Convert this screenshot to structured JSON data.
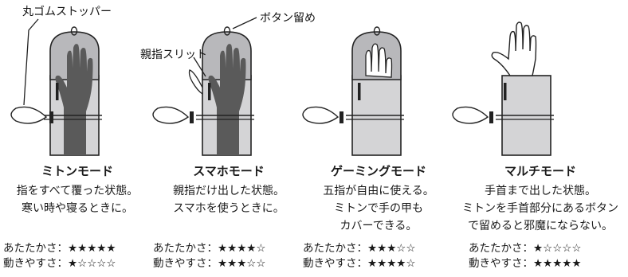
{
  "callouts": {
    "stopper": "丸ゴムストッパー",
    "button": "ボタン留め",
    "slit": "親指スリット"
  },
  "modes": [
    {
      "title": "ミトンモード",
      "description": [
        "指をすべて覆った状態。",
        "寒い時や寝るときに。"
      ],
      "warmth_label": "あたたかさ：",
      "warmth_stars": "★★★★★",
      "mobility_label": "動きやすさ：",
      "mobility_stars": "★☆☆☆☆"
    },
    {
      "title": "スマホモード",
      "description": [
        "親指だけ出した状態。",
        "スマホを使うときに。"
      ],
      "warmth_label": "あたたかさ：",
      "warmth_stars": "★★★★☆",
      "mobility_label": "動きやすさ：",
      "mobility_stars": "★★★☆☆"
    },
    {
      "title": "ゲーミングモード",
      "description": [
        "五指が自由に使える。",
        "ミトンで手の甲も",
        "カバーできる。"
      ],
      "warmth_label": "あたたかさ：",
      "warmth_stars": "★★★☆☆",
      "mobility_label": "動きやすさ：",
      "mobility_stars": "★★★★☆"
    },
    {
      "title": "マルチモード",
      "description": [
        "手首まで出した状態。",
        "ミトンを手首部分にあるボタン",
        "で留めると邪魔にならない。"
      ],
      "warmth_label": "あたたかさ：",
      "warmth_stars": "★☆☆☆☆",
      "mobility_label": "動きやすさ：",
      "mobility_stars": "★★★★★"
    }
  ],
  "colors": {
    "sleeve": "#d4d4d6",
    "hood": "#b8b8bb",
    "hand_dark": "#5a5a5a",
    "outline": "#222222"
  }
}
